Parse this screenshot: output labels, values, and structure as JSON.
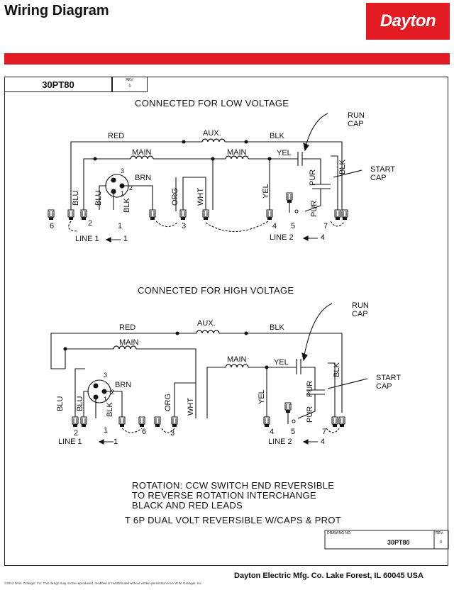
{
  "header": {
    "title": "Wiring Diagram",
    "brand": "Dayton",
    "part_number": "30PT80",
    "rev_label": "REV.",
    "rev_value": "0"
  },
  "low_voltage": {
    "title": "CONNECTED FOR LOW VOLTAGE",
    "labels": {
      "red": "RED",
      "aux": "AUX.",
      "blk_top": "BLK",
      "main1": "MAIN",
      "main2": "MAIN",
      "yel_top": "YEL",
      "run_cap": "RUN\nCAP",
      "start_cap": "START\nCAP",
      "brn": "BRN",
      "blu1": "BLU",
      "blu2": "BLU",
      "blk_v": "BLK",
      "org": "ORG",
      "wht": "WHT",
      "yel_v": "YEL",
      "pur1": "PUR",
      "pur2": "PUR",
      "blk_cap": "BLK",
      "t6": "6",
      "t2": "2",
      "t1": "1",
      "t3": "3",
      "t4": "4",
      "t5": "5",
      "t7": "7",
      "sw1": "1",
      "sw2": "2",
      "sw3": "3",
      "line1": "LINE 1",
      "line1_t": "1",
      "line2": "LINE 2",
      "line2_t": "4"
    }
  },
  "high_voltage": {
    "title": "CONNECTED FOR HIGH VOLTAGE",
    "labels": {
      "red": "RED",
      "aux": "AUX.",
      "blk_top": "BLK",
      "main1": "MAIN",
      "main2": "MAIN",
      "yel_top": "YEL",
      "run_cap": "RUN\nCAP",
      "start_cap": "START\nCAP",
      "brn": "BRN",
      "blu1": "BLU",
      "blu2": "BLU",
      "blk_v": "BLK",
      "org": "ORG",
      "wht": "WHT",
      "yel_v": "YEL",
      "pur1": "PUR",
      "pur2": "PUR",
      "blk_cap": "BLK",
      "t2": "2",
      "t1": "1",
      "t6": "6",
      "t3": "3",
      "t4": "4",
      "t5": "5",
      "t7": "7",
      "sw1": "1",
      "sw2": "2",
      "sw3": "3",
      "line1": "LINE 1",
      "line1_t": "1",
      "line2": "LINE 2",
      "line2_t": "4"
    }
  },
  "notes": {
    "rotation1": "ROTATION:  CCW SWITCH END REVERSIBLE",
    "rotation2": "TO REVERSE ROTATION INTERCHANGE",
    "rotation3": "BLACK AND RED LEADS",
    "description": "T 6P DUAL VOLT REVERSIBLE W/CAPS & PROT"
  },
  "title_block": {
    "drawing_no_label": "DRAWING NO.",
    "drawing_no": "30PT80",
    "rev_label": "REV.",
    "rev_value": "0"
  },
  "footer": {
    "company": "Dayton Electric Mfg. Co.  Lake Forest, IL  60045  USA",
    "copyright": "©2013 W.W. Grainger, Inc.   This design may not be reproduced, modified or redistributed without written permission from W.W. Grainger, Inc."
  }
}
